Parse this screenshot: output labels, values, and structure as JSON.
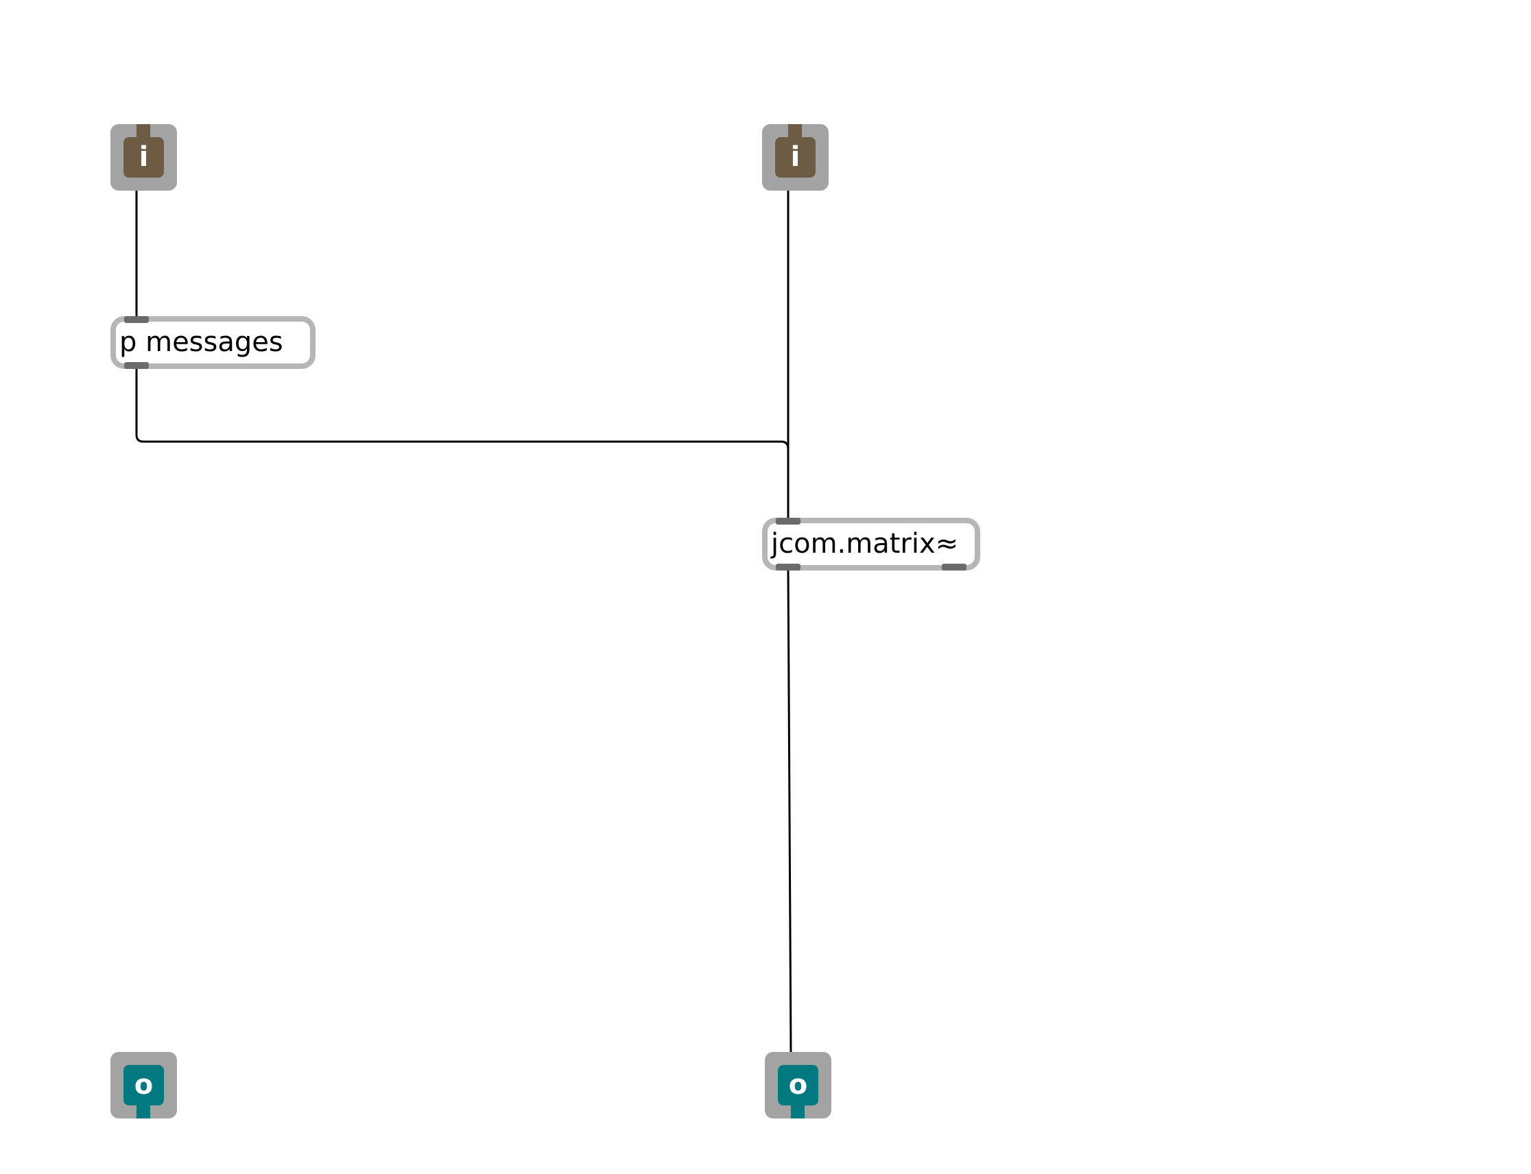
{
  "patcher": {
    "inlets": [
      {
        "label": "i"
      },
      {
        "label": "i"
      }
    ],
    "outlets": [
      {
        "label": "o"
      },
      {
        "label": "o"
      }
    ],
    "objects": {
      "messages": {
        "text": "p messages"
      },
      "matrix": {
        "text": "jcom.matrix≈"
      }
    },
    "colors": {
      "inlet": "#6e5b43",
      "outlet": "#007a80",
      "box_border": "#b6b6b6",
      "port_bg": "#a3a3a3",
      "wire": "#000000"
    }
  }
}
